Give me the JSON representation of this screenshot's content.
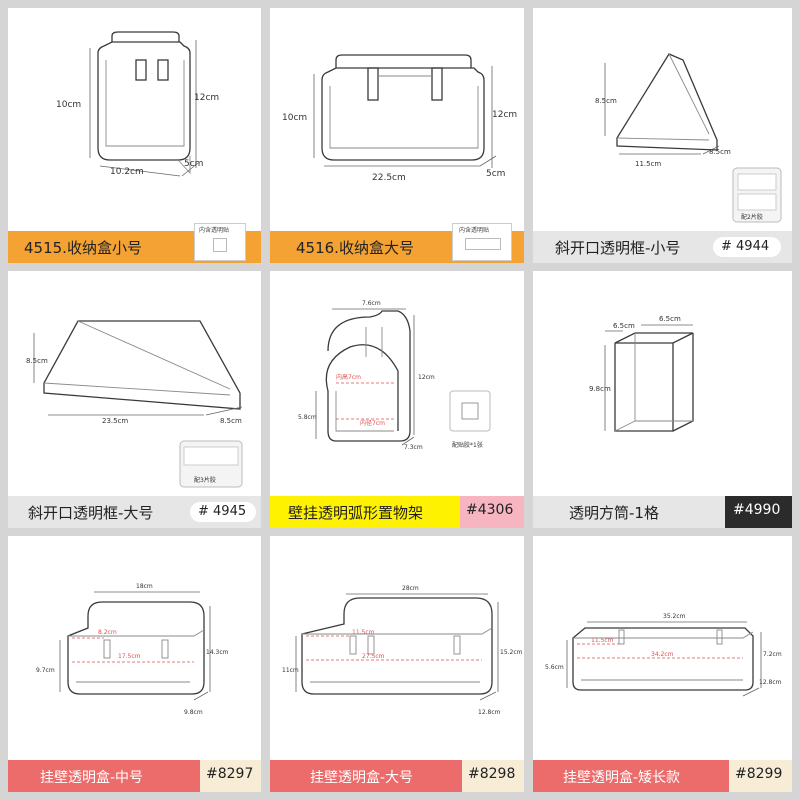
{
  "products": [
    {
      "title": "4515.收纳盒小号",
      "code": "",
      "accessory": "内含透明贴",
      "dims": {
        "h_left": "10cm",
        "h_right": "12cm",
        "width": "10.2cm",
        "depth": "5cm"
      }
    },
    {
      "title": "4516.收纳盒大号",
      "code": "",
      "accessory": "内含透明贴",
      "dims": {
        "h_left": "10cm",
        "h_right": "12cm",
        "width": "22.5cm",
        "depth": "5cm"
      }
    },
    {
      "title": "斜开口透明框-小号",
      "code": "# 4944",
      "accessory": "配2片胶",
      "dims": {
        "height": "8.5cm",
        "width": "11.5cm",
        "depth": "8.5cm"
      }
    },
    {
      "title": "斜开口透明框-大号",
      "code": "# 4945",
      "accessory": "配3片胶",
      "dims": {
        "height": "8.5cm",
        "width": "23.5cm",
        "depth": "8.5cm"
      }
    },
    {
      "title": "壁挂透明弧形置物架",
      "code": "#4306",
      "accessory": "配贴胶*1张",
      "dims": {
        "width": "7.6cm",
        "height": "12cm",
        "front": "5.8cm",
        "depth": "7.3cm",
        "inner_h": "内高7cm",
        "inner_w": "内径7cm"
      }
    },
    {
      "title": "透明方筒-1格",
      "code": "#4990",
      "accessory": "",
      "dims": {
        "w1": "6.5cm",
        "w2": "6.5cm",
        "height": "9.8cm"
      }
    },
    {
      "title": "挂壁透明盒-中号",
      "code": "#8297",
      "accessory": "",
      "dims": {
        "width": "18cm",
        "inner_h": "8.2cm",
        "inner_w": "17.5cm",
        "front": "9.7cm",
        "height": "14.3cm",
        "depth": "9.8cm"
      }
    },
    {
      "title": "挂壁透明盒-大号",
      "code": "#8298",
      "accessory": "",
      "dims": {
        "width": "28cm",
        "inner_h": "11.5cm",
        "inner_w": "27.5cm",
        "front": "11cm",
        "height": "15.2cm",
        "depth": "12.8cm"
      }
    },
    {
      "title": "挂壁透明盒-矮长款",
      "code": "#8299",
      "accessory": "",
      "dims": {
        "width": "35.2cm",
        "inner_h": "11.5cm",
        "inner_w": "34.2cm",
        "front": "5.6cm",
        "height": "7.2cm",
        "depth": "12.8cm"
      }
    }
  ],
  "colors": {
    "orange": "#f3a233",
    "gray_bar": "#e6e6e6",
    "yellow": "#fff200",
    "pink": "#f6b5c1",
    "black": "#2b2b2b",
    "salmon": "#ec6c6c",
    "cream": "#f7ecd6",
    "red_dim": "#e05050"
  }
}
